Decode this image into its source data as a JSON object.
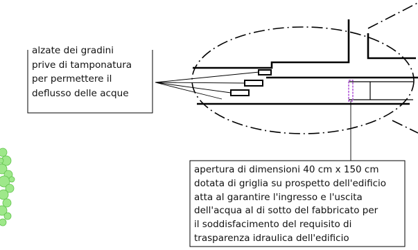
{
  "notes": {
    "steps_note": [
      "alzate dei gradini",
      "prive di tamponatura",
      "per permettere il",
      "deflusso delle acque"
    ],
    "opening_note": [
      "apertura di dimensioni 40 cm x 150 cm",
      "dotata di griglia su prospetto dell'edificio",
      "atta al garantire l'ingresso e l'uscita",
      "dell'acqua al di sotto del fabbricato per",
      "il soddisfacimento del requisito di",
      "trasparenza idraulica dell'edificio"
    ]
  },
  "colors": {
    "line": "#000000",
    "grate": "#b050d8",
    "vegetation": "#9ee88a",
    "vegetation_edge": "#5fc24a"
  }
}
